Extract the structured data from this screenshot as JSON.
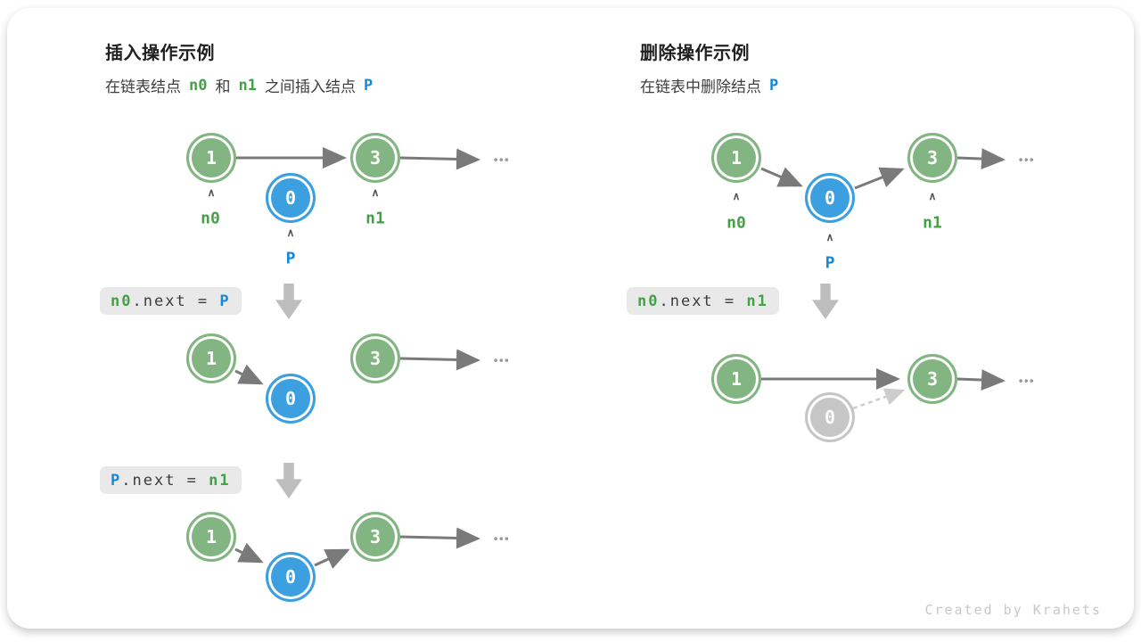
{
  "node_values": {
    "one": "1",
    "zero": "0",
    "three": "3"
  },
  "labels": {
    "n0": "n0",
    "n1": "n1",
    "p": "P"
  },
  "glyphs": {
    "caret": "∧",
    "ellipsis": "•••"
  },
  "colors": {
    "node_green": "#82b582",
    "node_blue": "#3b9fe0",
    "node_gray": "#c6c6c6",
    "label_green": "#44a148",
    "label_blue": "#1687d9",
    "arrow_gray": "#7a7a7a",
    "chip_bg": "#e9e9e9"
  },
  "insert": {
    "title": "插入操作示例",
    "subtitle": [
      "在链表结点",
      "n0",
      "和",
      "n1",
      "之间插入结点",
      "P"
    ],
    "code1": [
      "n0",
      ".next = ",
      "P"
    ],
    "code2": [
      "P",
      ".next = ",
      "n1"
    ]
  },
  "delete": {
    "title": "删除操作示例",
    "subtitle": [
      "在链表中删除结点",
      "P"
    ],
    "code1": [
      "n0",
      ".next = ",
      "n1"
    ]
  },
  "footer": {
    "credit": "Created by Krahets"
  }
}
